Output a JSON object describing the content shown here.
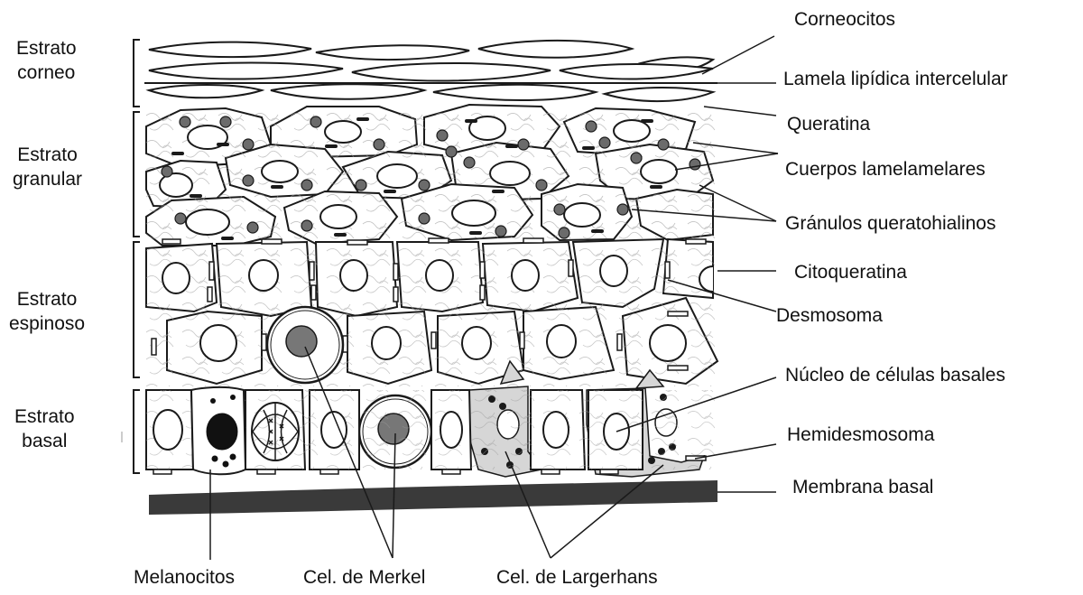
{
  "layers": [
    {
      "id": "corneo",
      "line1": "Estrato",
      "line2": "corneo"
    },
    {
      "id": "granular",
      "line1": "Estrato",
      "line2": "granular"
    },
    {
      "id": "espinoso",
      "line1": "Estrato",
      "line2": "espinoso"
    },
    {
      "id": "basal",
      "line1": "Estrato",
      "line2": "basal"
    }
  ],
  "right_labels": {
    "corneocitos": "Corneocitos",
    "lamela": "Lamela lipídica intercelular",
    "queratina": "Queratina",
    "cuerpos": "Cuerpos lamelamelares",
    "granulos": "Gránulos queratohialinos",
    "citoqueratina": "Citoqueratina",
    "desmosoma": "Desmosoma",
    "nucleo": "Núcleo de células basales",
    "hemidesmosoma": "Hemidesmosoma",
    "membrana": "Membrana basal"
  },
  "bottom_labels": {
    "melanocitos": "Melanocitos",
    "merkel": "Cel. de Merkel",
    "langerhans": "Cel. de Largerhans"
  },
  "colors": {
    "ink": "#1a1a1a",
    "granule": "#6b6b6b",
    "merkel_nucleus": "#777777",
    "langerhans_fill": "#d6d6d6",
    "membrane": "#3a3a3a"
  }
}
